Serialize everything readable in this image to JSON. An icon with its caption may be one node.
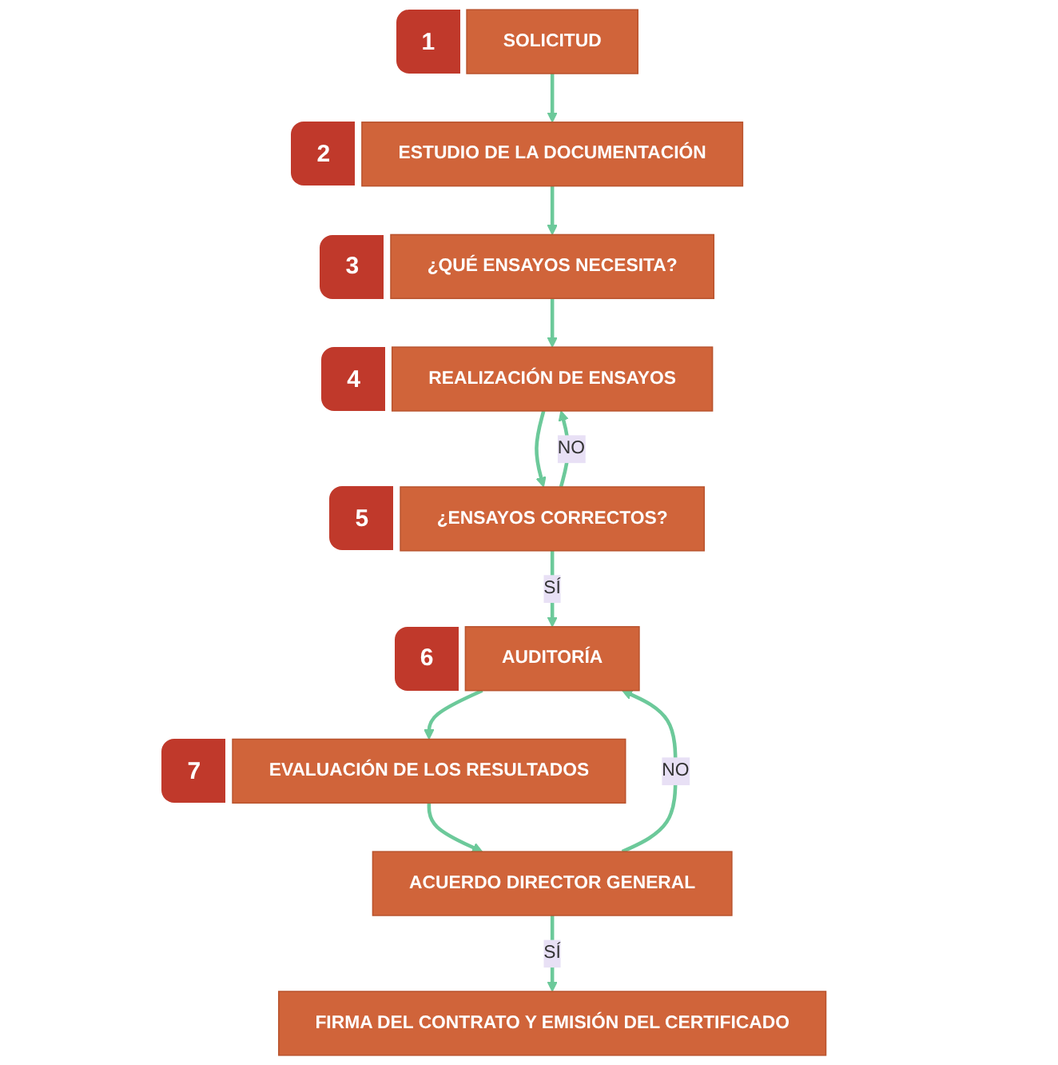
{
  "diagram": {
    "nodes": [
      {
        "text": [
          "SOLICITUD"
        ],
        "beside": [
          "1"
        ]
      },
      {
        "text": [
          "ESTUDIO DE LA DOCUMENTACIÓN"
        ],
        "beside": [
          "2"
        ]
      },
      {
        "text": [
          "¿QUÉ ENSAYOS NECESITA?"
        ],
        "beside": [
          "3"
        ]
      },
      {
        "text": [
          "REALIZACIÓN DE ENSAYOS"
        ],
        "beside": [
          "4"
        ]
      },
      {
        "text": [
          "¿ENSAYOS CORRECTOS?"
        ],
        "beside": [
          "5"
        ]
      },
      {
        "text": [
          "AUDITORÍA"
        ],
        "beside": [
          "6"
        ]
      },
      {
        "text": [
          "EVALUACIÓN DE LOS RESULTADOS"
        ],
        "beside": [
          "7"
        ]
      },
      {
        "text": [
          "ACUERDO DIRECTOR GENERAL"
        ]
      },
      {
        "text": [
          "FIRMA DEL CONTRATO Y EMISIÓN DEL CERTIFICADO"
        ]
      }
    ],
    "edges": [
      {
        "from": 0,
        "to": 1,
        "arrow": "to"
      },
      {
        "from": 1,
        "to": 2,
        "arrow": "to"
      },
      {
        "from": 2,
        "to": 3,
        "arrow": "to"
      },
      {
        "from": 3,
        "to": 4,
        "arrow": "to"
      },
      {
        "from": 4,
        "to": 3,
        "arrow": "to",
        "label": "NO"
      },
      {
        "from": 4,
        "to": 5,
        "arrow": "to",
        "label": "SÍ"
      },
      {
        "from": 5,
        "to": 6,
        "arrow": "to"
      },
      {
        "from": 6,
        "to": 7,
        "arrow": "to"
      },
      {
        "from": 7,
        "to": 5,
        "arrow": "to",
        "label": "NO"
      },
      {
        "from": 7,
        "to": 8,
        "arrow": "to",
        "label": "SÍ"
      }
    ]
  }
}
